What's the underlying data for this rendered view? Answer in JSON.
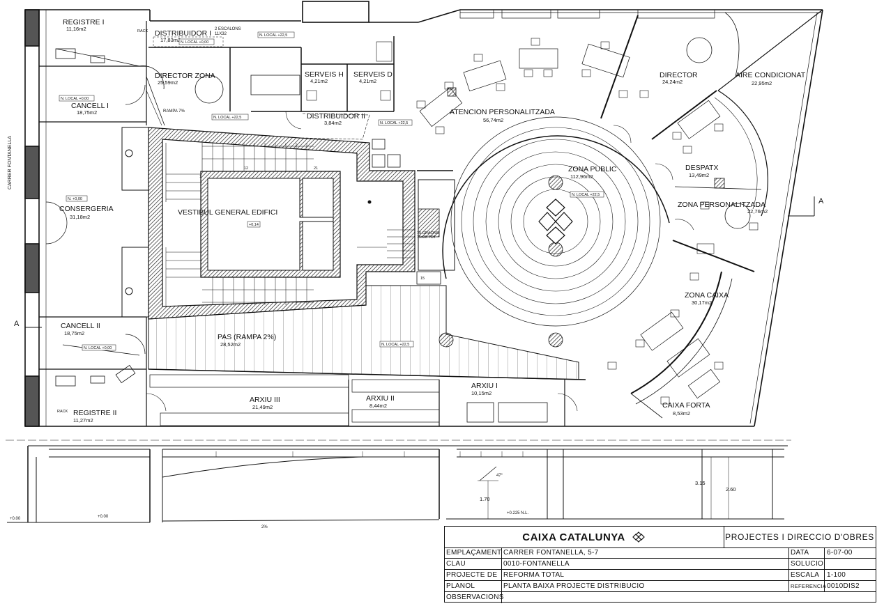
{
  "street_label": "CARRER FONTANELLA",
  "section_marks": [
    "A",
    "A"
  ],
  "rooms": {
    "registre_1": {
      "name": "REGISTRE I",
      "area": "11,16m2"
    },
    "distribuidor_1": {
      "name": "DISTRIBUIDOR I",
      "area": "17,83m2"
    },
    "director_zona": {
      "name": "DIRECTOR ZONA",
      "area": "25,59m2"
    },
    "serveis_h": {
      "name": "SERVEIS H",
      "area": "4,21m2"
    },
    "serveis_d": {
      "name": "SERVEIS D",
      "area": "4,21m2"
    },
    "distribuidor_2": {
      "name": "DISTRIBUIDOR II",
      "area": "3,84m2"
    },
    "cancell_1": {
      "name": "CANCELL I",
      "area": "18,75m2"
    },
    "atencion": {
      "name": "ATENCION PERSONALITZADA",
      "area": "56,74m2"
    },
    "director": {
      "name": "DIRECTOR",
      "area": "24,24m2"
    },
    "aire": {
      "name": "AIRE CONDICIONAT",
      "area": "22,95m2"
    },
    "consergeria": {
      "name": "CONSERGERIA",
      "area": "31,18m2"
    },
    "vestibul": {
      "name": "VESTIBUL GENERAL EDIFICI"
    },
    "zona_public": {
      "name": "ZONA PUBLIC",
      "area": "112,96m2"
    },
    "despatx": {
      "name": "DESPATX",
      "area": "13,49m2"
    },
    "zona_personalitzada": {
      "name": "ZONA PERSONALITZADA",
      "area": "22,76m2"
    },
    "zona_caixa": {
      "name": "ZONA CAIXA",
      "area": "30,17m2"
    },
    "cancell_2": {
      "name": "CANCELL II",
      "area": "18,75m2"
    },
    "pas": {
      "name": "PAS (RAMPA 2%)",
      "area": "28,52m2"
    },
    "arxiu_3": {
      "name": "ARXIU III",
      "area": "21,49m2"
    },
    "arxiu_2": {
      "name": "ARXIU II",
      "area": "8,44m2"
    },
    "arxiu_1": {
      "name": "ARXIU I",
      "area": "10,15m2"
    },
    "caixa_forta": {
      "name": "CAIXA FORTA",
      "area": "8,53m2"
    },
    "registre_2": {
      "name": "REGISTRE II",
      "area": "11,27m2"
    }
  },
  "annotations": {
    "rampa": "RAMPA 7%",
    "escalons": "2 ESCALONS",
    "escalons_dim": "11X32",
    "level_000": "N. LOCAL +0,00",
    "level_225": "N. LOCAL +22,5",
    "level_n000": "N. +0,00",
    "vestibul_level": "+0,14",
    "rack": "RACK",
    "stair_num_12": "12",
    "stair_num_21": "21",
    "stair_num_1": "1",
    "stair_num_15": "15",
    "small_stair": "10 GRAONS",
    "small_stair_dim": "15x30 TOT"
  },
  "section_labels": {
    "level_0": "+0.00",
    "level_0b": "+0.00",
    "level_225": "+0.225  N.L.",
    "slope": "2%",
    "angle": "47°",
    "h_170": "1.70",
    "h_315": "3.15",
    "h_260": "2.60"
  },
  "title_block": {
    "company": "CAIXA CATALUNYA",
    "department": "PROJECTES I DIRECCIO D'OBRES",
    "rows": [
      {
        "key": "EMPLAÇAMENT",
        "value": "CARRER FONTANELLA, 5-7",
        "key2": "DATA",
        "value2": "6-07-00"
      },
      {
        "key": "CLAU",
        "value": "0010-FONTANELLA",
        "key2": "SOLUCIO",
        "value2": ""
      },
      {
        "key": "PROJECTE DE",
        "value": "REFORMA TOTAL",
        "key2": "ESCALA",
        "value2": "1-100"
      },
      {
        "key": "PLANOL",
        "value": "PLANTA BAIXA PROJECTE DISTRIBUCIO",
        "key2": "REFERENCIA",
        "value2": "0010DIS2"
      },
      {
        "key": "OBSERVACIONS",
        "value": "",
        "key2": "",
        "value2": ""
      }
    ]
  }
}
